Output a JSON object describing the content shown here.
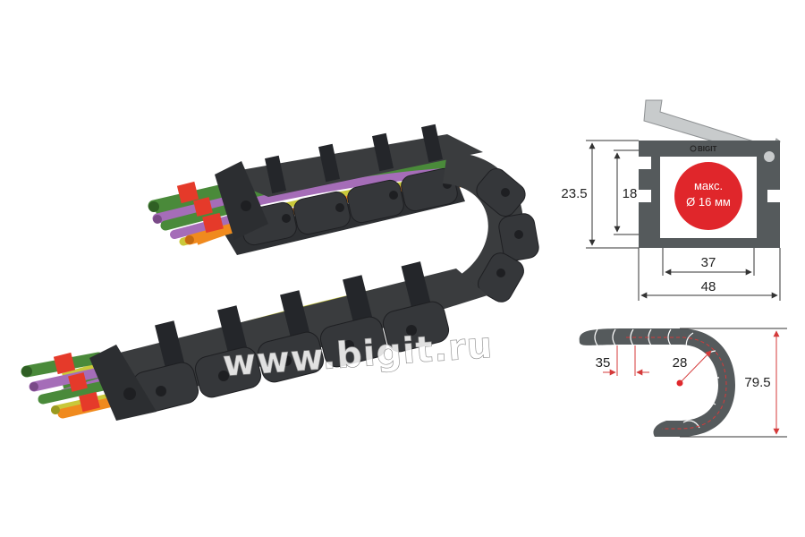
{
  "watermark": "www.bigit.ru",
  "cross_section": {
    "brand": "BIGIT",
    "badge_line1": "макс.",
    "badge_line2": "Ø 16 мм",
    "outer_height": "23.5",
    "inner_height": "18",
    "inner_width": "37",
    "outer_width": "48"
  },
  "side_profile": {
    "pitch": "35",
    "bend_radius": "28",
    "total_height": "79.5"
  },
  "colors": {
    "chain": "#3a3c3e",
    "chain_dark": "#24262a",
    "section_frame": "#555a5c",
    "lid": "#c8cbcc",
    "badge": "#e0262b",
    "accent_line": "#d43a3a",
    "dim_line": "#333333",
    "cable_green": "#4a8a3a",
    "cable_purple": "#a56db8",
    "cable_yellow": "#c9c83a",
    "cable_orange": "#f08a1e",
    "clamp_red": "#e53a2a"
  }
}
